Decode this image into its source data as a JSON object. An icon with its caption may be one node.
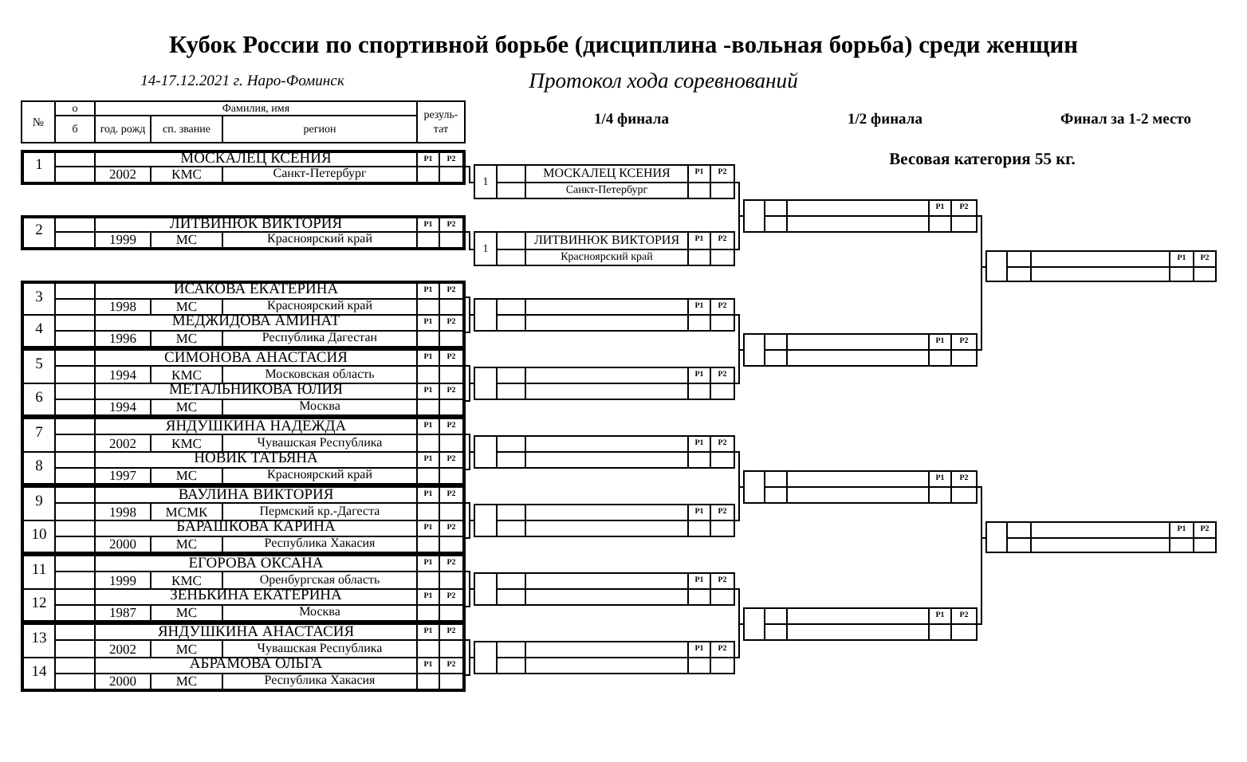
{
  "diagram": {
    "title": "Кубок России по спортивной борьбе (дисциплина -вольная борьба) среди женщин",
    "nodes": [
      {
        "text": [
          "1",
          "МОСКАЛЕЦ КСЕНИЯ",
          "Р1",
          "Р2",
          "2002",
          "КМС",
          "Санкт-Петербург"
        ]
      },
      {
        "text": [
          "2",
          "ЛИТВИНЮК ВИКТОРИЯ",
          "Р1",
          "Р2",
          "1999",
          "МС",
          "Красноярский край"
        ]
      },
      {
        "text": [
          "3",
          "ИСАКОВА ЕКАТЕРИНА",
          "Р1",
          "Р2",
          "1998",
          "МС",
          "Красноярский край"
        ]
      },
      {
        "text": [
          "4",
          "МЕДЖИДОВА АМИНАТ",
          "Р1",
          "Р2",
          "1996",
          "МС",
          "Республика Дагестан"
        ]
      },
      {
        "text": [
          "5",
          "СИМОНОВА АНАСТАСИЯ",
          "Р1",
          "Р2",
          "1994",
          "КМС",
          "Московская область"
        ]
      },
      {
        "text": [
          "6",
          "МЕТАЛЬНИКОВА ЮЛИЯ",
          "Р1",
          "Р2",
          "1994",
          "МС",
          "Москва"
        ]
      },
      {
        "text": [
          "7",
          "ЯНДУШКИНА НАДЕЖДА",
          "Р1",
          "Р2",
          "2002",
          "КМС",
          "Чувашская Республика"
        ]
      },
      {
        "text": [
          "8",
          "НОВИК ТАТЬЯНА",
          "Р1",
          "Р2",
          "1997",
          "МС",
          "Красноярский край"
        ]
      },
      {
        "text": [
          "9",
          "ВАУЛИНА ВИКТОРИЯ",
          "Р1",
          "Р2",
          "1998",
          "МСМК",
          "Пермский кр.-Дагеста"
        ]
      },
      {
        "text": [
          "10",
          "БАРАШКОВА КАРИНА",
          "Р1",
          "Р2",
          "2000",
          "МС",
          "Республика Хакасия"
        ]
      },
      {
        "text": [
          "11",
          "ЕГОРОВА ОКСАНА",
          "Р1",
          "Р2",
          "1999",
          "КМС",
          "Оренбургская область"
        ]
      },
      {
        "text": [
          "12",
          "ЗЕНЬКИНА ЕКАТЕРИНА",
          "Р1",
          "Р2",
          "1987",
          "МС",
          "Москва"
        ]
      },
      {
        "text": [
          "13",
          "ЯНДУШКИНА АНАСТАСИЯ",
          "Р1",
          "Р2",
          "2002",
          "МС",
          "Чувашская Республика"
        ]
      },
      {
        "text": [
          "14",
          "АБРАМОВА ОЛЬГА",
          "Р1",
          "Р2",
          "2000",
          "МС",
          "Республика Хакасия"
        ]
      },
      {
        "text": [
          "1",
          "МОСКАЛЕЦ КСЕНИЯ",
          "Р1",
          "Р2",
          "Санкт-Петербург"
        ]
      },
      {
        "text": [
          "1",
          "ЛИТВИНЮК ВИКТОРИЯ",
          "Р1",
          "Р2",
          "Красноярский край"
        ]
      },
      {
        "text": [
          "Р1",
          "Р2"
        ]
      },
      {
        "text": [
          "Р1",
          "Р2"
        ]
      },
      {
        "text": [
          "Р1",
          "Р2"
        ]
      },
      {
        "text": [
          "Р1",
          "Р2"
        ]
      },
      {
        "text": [
          "Р1",
          "Р2"
        ]
      },
      {
        "text": [
          "Р1",
          "Р2"
        ]
      },
      {
        "text": [
          "Р1",
          "Р2"
        ]
      },
      {
        "text": [
          "Р1",
          "Р2"
        ]
      },
      {
        "text": [
          "Р1",
          "Р2"
        ]
      },
      {
        "text": [
          "Р1",
          "Р2"
        ]
      },
      {
        "text": [
          "Р1",
          "Р2"
        ]
      },
      {
        "text": [
          "Р1",
          "Р2"
        ]
      }
    ],
    "edges": [
      {
        "from": 0,
        "to": 14,
        "arrow": "none"
      },
      {
        "from": 1,
        "to": 15,
        "arrow": "none"
      },
      {
        "from": 2,
        "to": 16,
        "arrow": "none"
      },
      {
        "from": 3,
        "to": 16,
        "arrow": "none"
      },
      {
        "from": 4,
        "to": 17,
        "arrow": "none"
      },
      {
        "from": 5,
        "to": 17,
        "arrow": "none"
      },
      {
        "from": 6,
        "to": 18,
        "arrow": "none"
      },
      {
        "from": 7,
        "to": 18,
        "arrow": "none"
      },
      {
        "from": 8,
        "to": 19,
        "arrow": "none"
      },
      {
        "from": 9,
        "to": 19,
        "arrow": "none"
      },
      {
        "from": 10,
        "to": 20,
        "arrow": "none"
      },
      {
        "from": 11,
        "to": 20,
        "arrow": "none"
      },
      {
        "from": 12,
        "to": 21,
        "arrow": "none"
      },
      {
        "from": 13,
        "to": 21,
        "arrow": "none"
      },
      {
        "from": 14,
        "to": 22,
        "arrow": "none"
      },
      {
        "from": 15,
        "to": 22,
        "arrow": "none"
      },
      {
        "from": 16,
        "to": 23,
        "arrow": "none"
      },
      {
        "from": 17,
        "to": 23,
        "arrow": "none"
      },
      {
        "from": 18,
        "to": 24,
        "arrow": "none"
      },
      {
        "from": 19,
        "to": 24,
        "arrow": "none"
      },
      {
        "from": 20,
        "to": 25,
        "arrow": "none"
      },
      {
        "from": 21,
        "to": 25,
        "arrow": "none"
      },
      {
        "from": 22,
        "to": 26,
        "arrow": "none"
      },
      {
        "from": 23,
        "to": 26,
        "arrow": "none"
      },
      {
        "from": 24,
        "to": 27,
        "arrow": "none"
      },
      {
        "from": 25,
        "to": 27,
        "arrow": "none"
      }
    ],
    "labels": [
      "14-17.12.2021 г. Наро-Фоминск",
      "Протокол хода соревнований",
      "№",
      "о",
      "Фамилия, имя",
      "резуль- тат",
      "б",
      "год. рожд",
      "сп. звание",
      "регион",
      "1/4 финала",
      "1/2 финала",
      "Финал за 1-2 место",
      "Весовая категория 55 кг."
    ]
  }
}
